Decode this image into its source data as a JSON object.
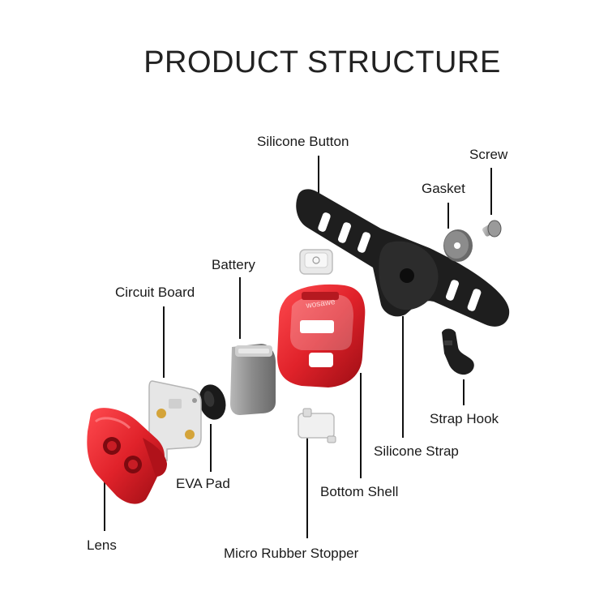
{
  "title": "PRODUCT STRUCTURE",
  "brand_text": "wosawe",
  "labels": {
    "silicone_button": "Silicone Button",
    "screw": "Screw",
    "gasket": "Gasket",
    "battery": "Battery",
    "circuit_board": "Circuit Board",
    "strap_hook": "Strap Hook",
    "silicone_strap": "Silicone Strap",
    "eva_pad": "EVA Pad",
    "bottom_shell": "Bottom Shell",
    "lens": "Lens",
    "micro_rubber_stopper": "Micro Rubber Stopper"
  },
  "colors": {
    "red": "#e0222a",
    "dark_red": "#a80f16",
    "strap": "#1e1e1e",
    "leader": "#111111"
  }
}
